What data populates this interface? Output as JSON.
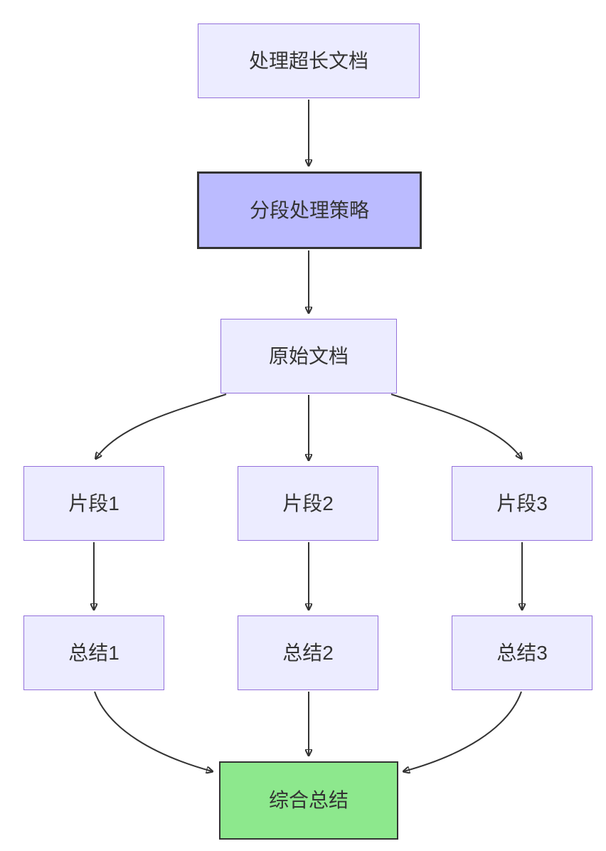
{
  "diagram": {
    "type": "flowchart",
    "direction": "top-down",
    "nodes": [
      {
        "id": "A",
        "label": "处理超长文档",
        "style": "default"
      },
      {
        "id": "B",
        "label": "分段处理策略",
        "style": "emphasis"
      },
      {
        "id": "C",
        "label": "原始文档",
        "style": "default"
      },
      {
        "id": "D",
        "label": "片段1",
        "style": "default"
      },
      {
        "id": "E",
        "label": "片段2",
        "style": "default"
      },
      {
        "id": "F",
        "label": "片段3",
        "style": "default"
      },
      {
        "id": "G",
        "label": "总结1",
        "style": "default"
      },
      {
        "id": "H",
        "label": "总结2",
        "style": "default"
      },
      {
        "id": "I",
        "label": "总结3",
        "style": "default"
      },
      {
        "id": "J",
        "label": "综合总结",
        "style": "success"
      }
    ],
    "edges": [
      {
        "from": "A",
        "to": "B"
      },
      {
        "from": "B",
        "to": "C"
      },
      {
        "from": "C",
        "to": "D"
      },
      {
        "from": "C",
        "to": "E"
      },
      {
        "from": "C",
        "to": "F"
      },
      {
        "from": "D",
        "to": "G"
      },
      {
        "from": "E",
        "to": "H"
      },
      {
        "from": "F",
        "to": "I"
      },
      {
        "from": "G",
        "to": "J"
      },
      {
        "from": "H",
        "to": "J"
      },
      {
        "from": "I",
        "to": "J"
      }
    ],
    "colors": {
      "node_fill": "#ECECFF",
      "node_border": "#9370DB",
      "emphasis_fill": "#bbbbff",
      "emphasis_border": "#333333",
      "success_fill": "#8de88d",
      "success_border": "#333333",
      "edge": "#333333",
      "text": "#333333",
      "background": "#ffffff"
    }
  }
}
